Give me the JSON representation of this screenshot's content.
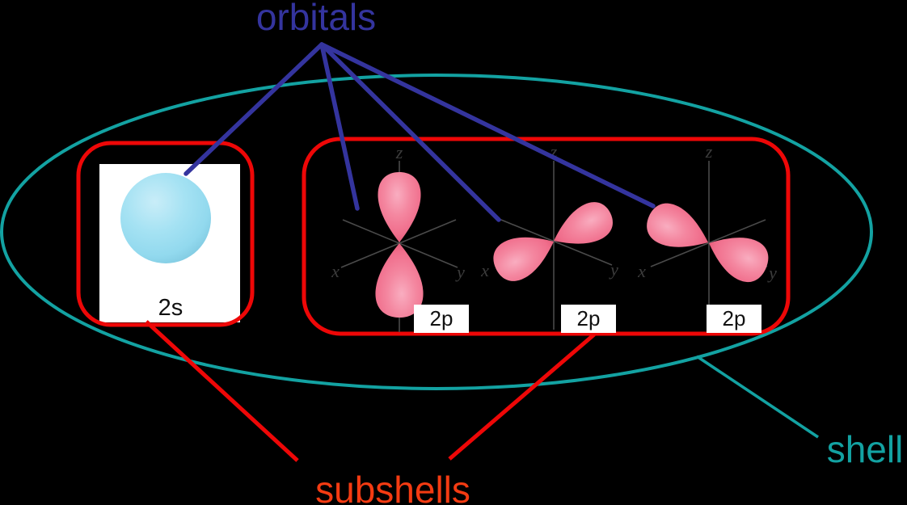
{
  "labels": {
    "orbitals": "orbitals",
    "subshells": "subshells",
    "shell": "shell"
  },
  "colors": {
    "background": "#000000",
    "orbitals_blue": "#34349E",
    "subshell_red": "#EE0707",
    "subshells_text_red": "#F43B12",
    "shell_teal": "#13A2A2",
    "card_white": "#FFFFFF",
    "sphere_blue": "#9ADCEF",
    "lobe_pink": "#F0708E",
    "axis_gray": "#4A4A4A"
  },
  "s_subshell": {
    "orbital_label": "2s"
  },
  "p_subshell": {
    "orbitals": [
      {
        "label": "2p",
        "axes": {
          "x": "x",
          "y": "y",
          "z": "z"
        }
      },
      {
        "label": "2p",
        "axes": {
          "x": "x",
          "y": "y",
          "z": "z"
        }
      },
      {
        "label": "2p",
        "axes": {
          "x": "x",
          "y": "y",
          "z": "z"
        }
      }
    ]
  }
}
